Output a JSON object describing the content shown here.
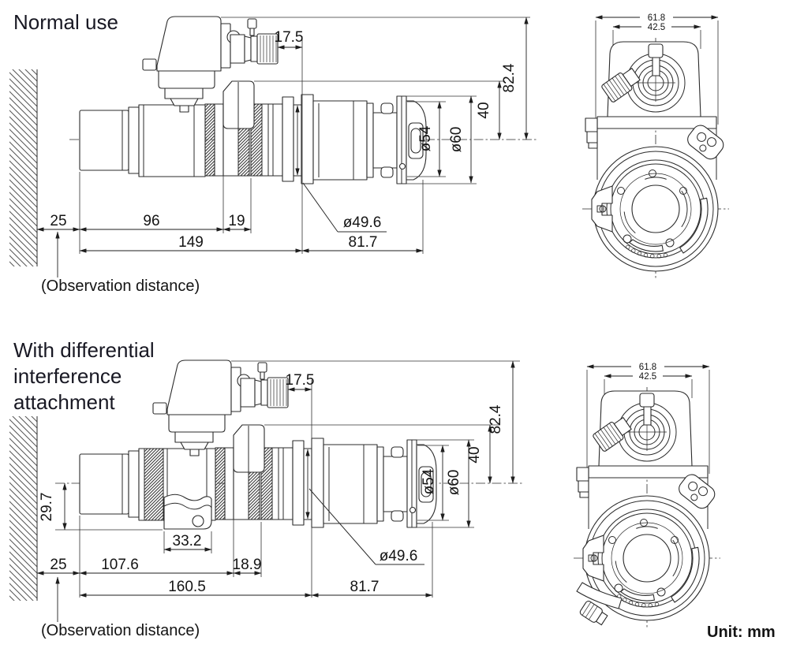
{
  "colors": {
    "ink": "#2b2b2b",
    "text": "#141414",
    "background": "#ffffff"
  },
  "unit_label": "Unit: mm",
  "normal": {
    "title": "Normal use",
    "observation": "(Observation distance)",
    "d17_5": "17.5",
    "d82_4": "82.4",
    "d40": "40",
    "d54": "ø54",
    "d60": "ø60",
    "d49_6": "ø49.6",
    "d25": "25",
    "d96": "96",
    "d19": "19",
    "d149": "149",
    "d81_7": "81.7",
    "d61_8": "61.8",
    "d42_5": "42.5"
  },
  "dic": {
    "title1": "With differential",
    "title2": "interference",
    "title3": "attachment",
    "observation": "(Observation distance)",
    "d17_5": "17.5",
    "d82_4": "82.4",
    "d40": "40",
    "d54": "ø54",
    "d60": "ø60",
    "d49_6": "ø49.6",
    "d29_7": "29.7",
    "d33_2": "33.2",
    "d25": "25",
    "d107_6": "107.6",
    "d18_9": "18.9",
    "d160_5": "160.5",
    "d81_7": "81.7",
    "d61_8": "61.8",
    "d42_5": "42.5"
  }
}
